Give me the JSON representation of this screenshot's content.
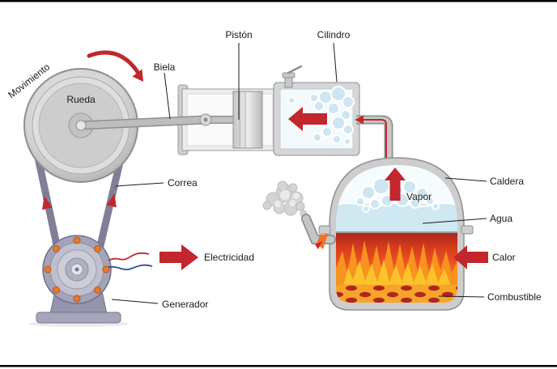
{
  "diagram": {
    "subject": "steam-engine-diagram",
    "labels": {
      "movimiento": "Movimiento",
      "rueda": "Rueda",
      "biela": "Biela",
      "piston": "Pistón",
      "cilindro": "Cilindro",
      "correa": "Correa",
      "electricidad": "Electricidad",
      "generador": "Generador",
      "caldera": "Caldera",
      "vapor": "Vapor",
      "agua": "Agua",
      "calor": "Calor",
      "combustible": "Combustible"
    },
    "colors": {
      "arrow_red": "#c1272d",
      "metal_light": "#ededed",
      "metal_mid": "#c9c9c9",
      "metal_dark": "#8f8f8f",
      "belt": "#7f7f98",
      "generator_body": "#a3a3b9",
      "bolt_orange": "#e8792b",
      "water_blue": "#cfe8f2",
      "steam_bubble_blue": "#cfe6f2",
      "fire_orange": "#f15a24",
      "flame_yellow": "#fcc22a",
      "fuel_yellow": "#f6a52a",
      "coal_red": "#b2251f",
      "smoke_gray": "#d4d4d4",
      "wire_blue": "#2e4f9e"
    }
  }
}
